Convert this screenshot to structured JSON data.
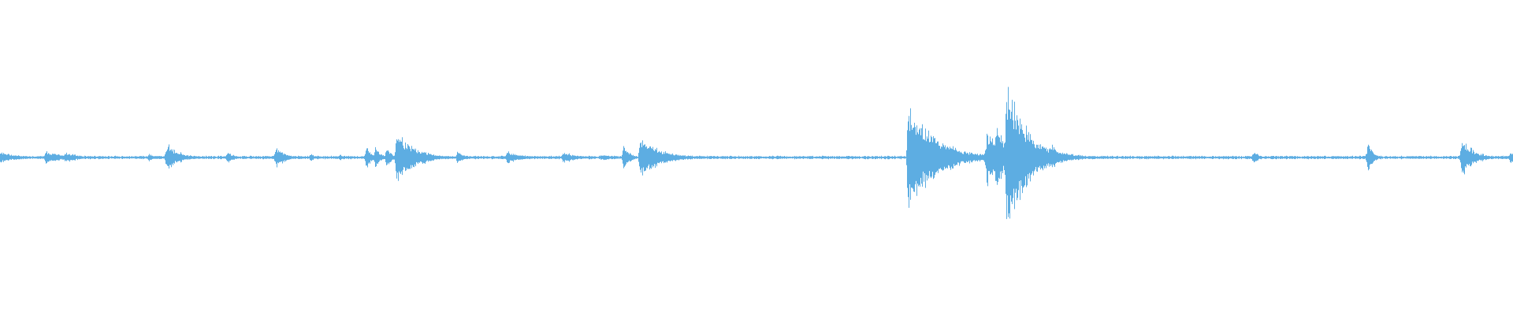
{
  "waveform": {
    "color": "#5DADE2",
    "background": "#ffffff",
    "events": [
      {
        "t": 0.0,
        "amp": 0.04,
        "decay": 0.012
      },
      {
        "t": 0.03,
        "amp": 0.05,
        "decay": 0.01
      },
      {
        "t": 0.043,
        "amp": 0.045,
        "decay": 0.008
      },
      {
        "t": 0.098,
        "amp": 0.03,
        "decay": 0.005
      },
      {
        "t": 0.11,
        "amp": 0.11,
        "decay": 0.008
      },
      {
        "t": 0.15,
        "amp": 0.05,
        "decay": 0.004
      },
      {
        "t": 0.182,
        "amp": 0.08,
        "decay": 0.006
      },
      {
        "t": 0.205,
        "amp": 0.03,
        "decay": 0.004
      },
      {
        "t": 0.224,
        "amp": 0.025,
        "decay": 0.004
      },
      {
        "t": 0.242,
        "amp": 0.1,
        "decay": 0.003
      },
      {
        "t": 0.248,
        "amp": 0.09,
        "decay": 0.003
      },
      {
        "t": 0.255,
        "amp": 0.07,
        "decay": 0.004
      },
      {
        "t": 0.262,
        "amp": 0.19,
        "decay": 0.012
      },
      {
        "t": 0.302,
        "amp": 0.04,
        "decay": 0.006
      },
      {
        "t": 0.335,
        "amp": 0.05,
        "decay": 0.01
      },
      {
        "t": 0.372,
        "amp": 0.045,
        "decay": 0.008
      },
      {
        "t": 0.397,
        "amp": 0.025,
        "decay": 0.01
      },
      {
        "t": 0.412,
        "amp": 0.09,
        "decay": 0.004
      },
      {
        "t": 0.423,
        "amp": 0.15,
        "decay": 0.014
      },
      {
        "t": 0.6,
        "amp": 0.39,
        "decay": 0.018
      },
      {
        "t": 0.631,
        "amp": 0.04,
        "decay": 0.006
      },
      {
        "t": 0.652,
        "amp": 0.2,
        "decay": 0.01
      },
      {
        "t": 0.658,
        "amp": 0.23,
        "decay": 0.008
      },
      {
        "t": 0.665,
        "amp": 0.54,
        "decay": 0.014
      },
      {
        "t": 0.671,
        "amp": 0.3,
        "decay": 0.01
      },
      {
        "t": 0.695,
        "amp": 0.09,
        "decay": 0.006
      },
      {
        "t": 0.828,
        "amp": 0.05,
        "decay": 0.004
      },
      {
        "t": 0.904,
        "amp": 0.14,
        "decay": 0.003
      },
      {
        "t": 0.966,
        "amp": 0.14,
        "decay": 0.008
      },
      {
        "t": 0.998,
        "amp": 0.05,
        "decay": 0.006
      }
    ],
    "noise_floor": 0.012
  }
}
